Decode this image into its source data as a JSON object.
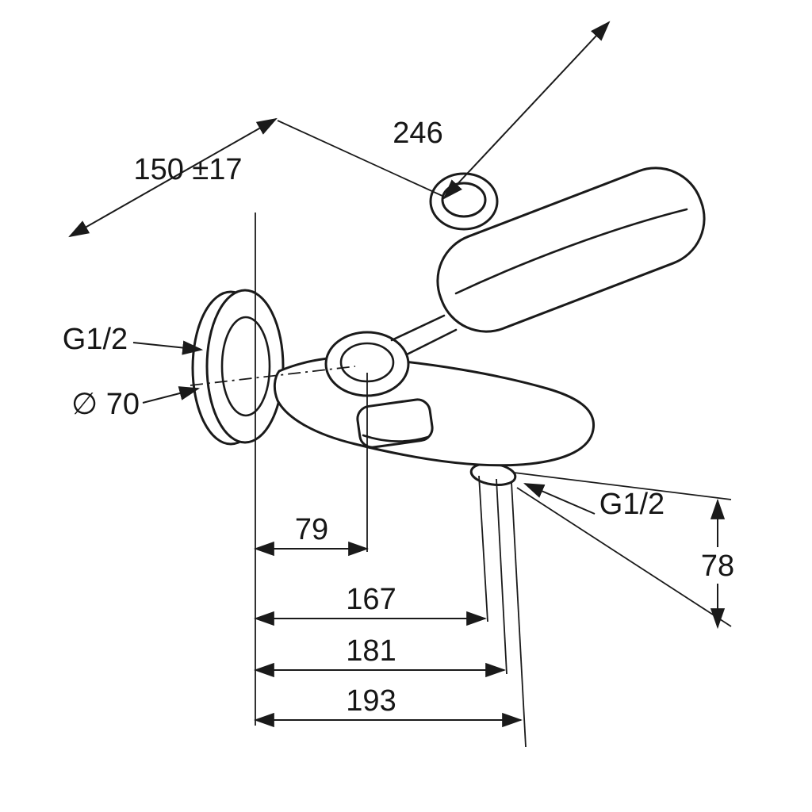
{
  "canvas": {
    "background": "#ffffff",
    "line_color": "#1a1a1a"
  },
  "labels": {
    "dim_246": "246",
    "dim_150": "150 ±17",
    "g12_left": "G1/2",
    "dia_70": "∅ 70",
    "dim_79": "79",
    "dim_167": "167",
    "dim_181": "181",
    "dim_193": "193",
    "dim_78": "78",
    "g12_right": "G1/2"
  }
}
